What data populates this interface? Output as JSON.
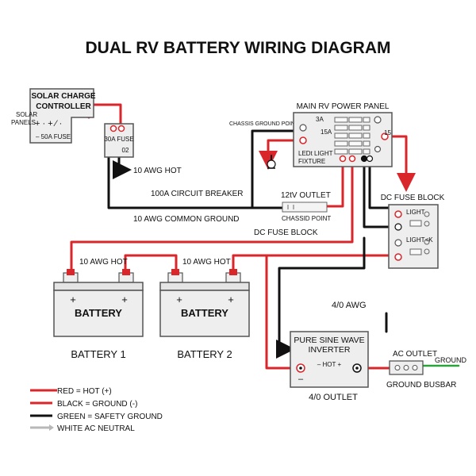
{
  "title": "DUAL RV BATTERY WIRING DIAGRAM",
  "solar_controller": {
    "title_line1": "SOLAR CHARGE",
    "title_line2": "CONTROLLER",
    "fuse": "– 50A FUSE"
  },
  "solar_panels": {
    "line1": "SOLAR",
    "line2": "PANELS"
  },
  "fuse30": {
    "label": "30A FUSE",
    "sub": "02"
  },
  "labels": {
    "hot_10awg_top": "10 AWG HOT",
    "breaker": "100A CIRCUIT BREAKER",
    "common_ground": "10 AWG COMMON GROUND",
    "outlet_12v": "12tV OUTLET",
    "chassis_point": "CHASSID POINT",
    "dc_fuse_block_mid": "DC FUSE BLOCK",
    "chassis_ground_point": "CHASSIS GROUND POINT",
    "hot_10awg_b1": "10 AWG HOT",
    "hot_10awg_b2": "10 AWG HOT",
    "awg_4_0": "4/0 AWG",
    "outlet_4_0": "4/0 OUTLET",
    "ac_outlet": "AC OUTLET",
    "ground": "GROUND",
    "ground_busbar": "GROUND BUSBAR"
  },
  "power_panel": {
    "title": "MAIN RV POWER PANEL",
    "cell_a": "3A",
    "cell_15a": "15A",
    "cell_15": "15",
    "light_fixture_line1": "LEDt LIGHT",
    "light_fixture_line2": "FIXTURE"
  },
  "dc_fuse_block": {
    "title": "DC FUSE BLOCK",
    "row1": "LIGHT",
    "row2": "LIGHT<K"
  },
  "batteries": [
    {
      "label": "BATTERY",
      "name": "BATTERY 1",
      "plus": "+",
      "plus2": "+"
    },
    {
      "label": "BATTERY",
      "name": "BATTERY 2",
      "plus": "+",
      "plus2": "+"
    }
  ],
  "inverter": {
    "line1": "PURE SINE WAVE",
    "line2": "INVERTER",
    "terminals": "– HOT +",
    "minus": "–"
  },
  "legend": [
    {
      "text": "RED = HOT (+)",
      "color": "#d9262b"
    },
    {
      "text": "BLACK = GROUND (-)",
      "color": "#111111"
    },
    {
      "text": "GREEN = SAFETY GROUND",
      "color": "#111111"
    },
    {
      "text": "WHITE AC NEUTRAL",
      "color": "#b8b8b8"
    }
  ]
}
